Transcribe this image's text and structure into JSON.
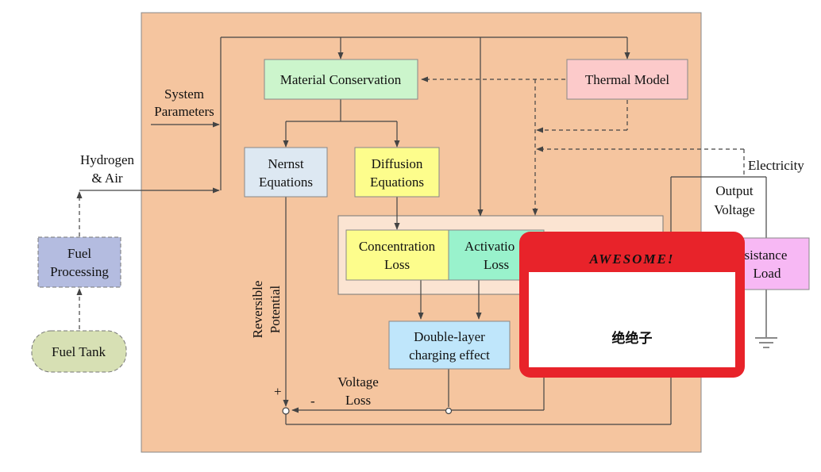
{
  "nodes": {
    "material_conservation": "Material Conservation",
    "thermal_model": "Thermal Model",
    "nernst": [
      "Nernst",
      "Equations"
    ],
    "diffusion": [
      "Diffusion",
      "Equations"
    ],
    "concentration_loss": [
      "Concentration",
      "Loss"
    ],
    "activation_loss": [
      "Activatio",
      "Loss"
    ],
    "double_layer": [
      "Double-layer",
      "charging effect"
    ],
    "fuel_processing": [
      "Fuel",
      "Processing"
    ],
    "fuel_tank": "Fuel Tank",
    "resistance_load": [
      "esistance",
      "Load"
    ]
  },
  "labels": {
    "system_parameters": [
      "System",
      "Parameters"
    ],
    "hydrogen_air": [
      "Hydrogen",
      "& Air"
    ],
    "electricity": "Electricity",
    "output_voltage": [
      "Output",
      "Voltage"
    ],
    "reversible_potential": [
      "Reversible",
      "Potential"
    ],
    "voltage_loss": [
      "Voltage",
      "Loss"
    ],
    "plus": "+",
    "minus": "-"
  },
  "badge": {
    "top": "AWESOME!",
    "main": "绝绝子"
  },
  "colors": {
    "panel": "#f5c59f",
    "material": "#ccf5cc",
    "thermal": "#fccaca",
    "nernst": "#dde8f2",
    "yellow": "#fdfd8c",
    "activation": "#99f2cc",
    "double_layer": "#bfe6fb",
    "fuel_processing": "#b4bce0",
    "fuel_tank": "#d7e0b4",
    "load": "#f7b8f4",
    "badge_red": "#e8232a"
  }
}
